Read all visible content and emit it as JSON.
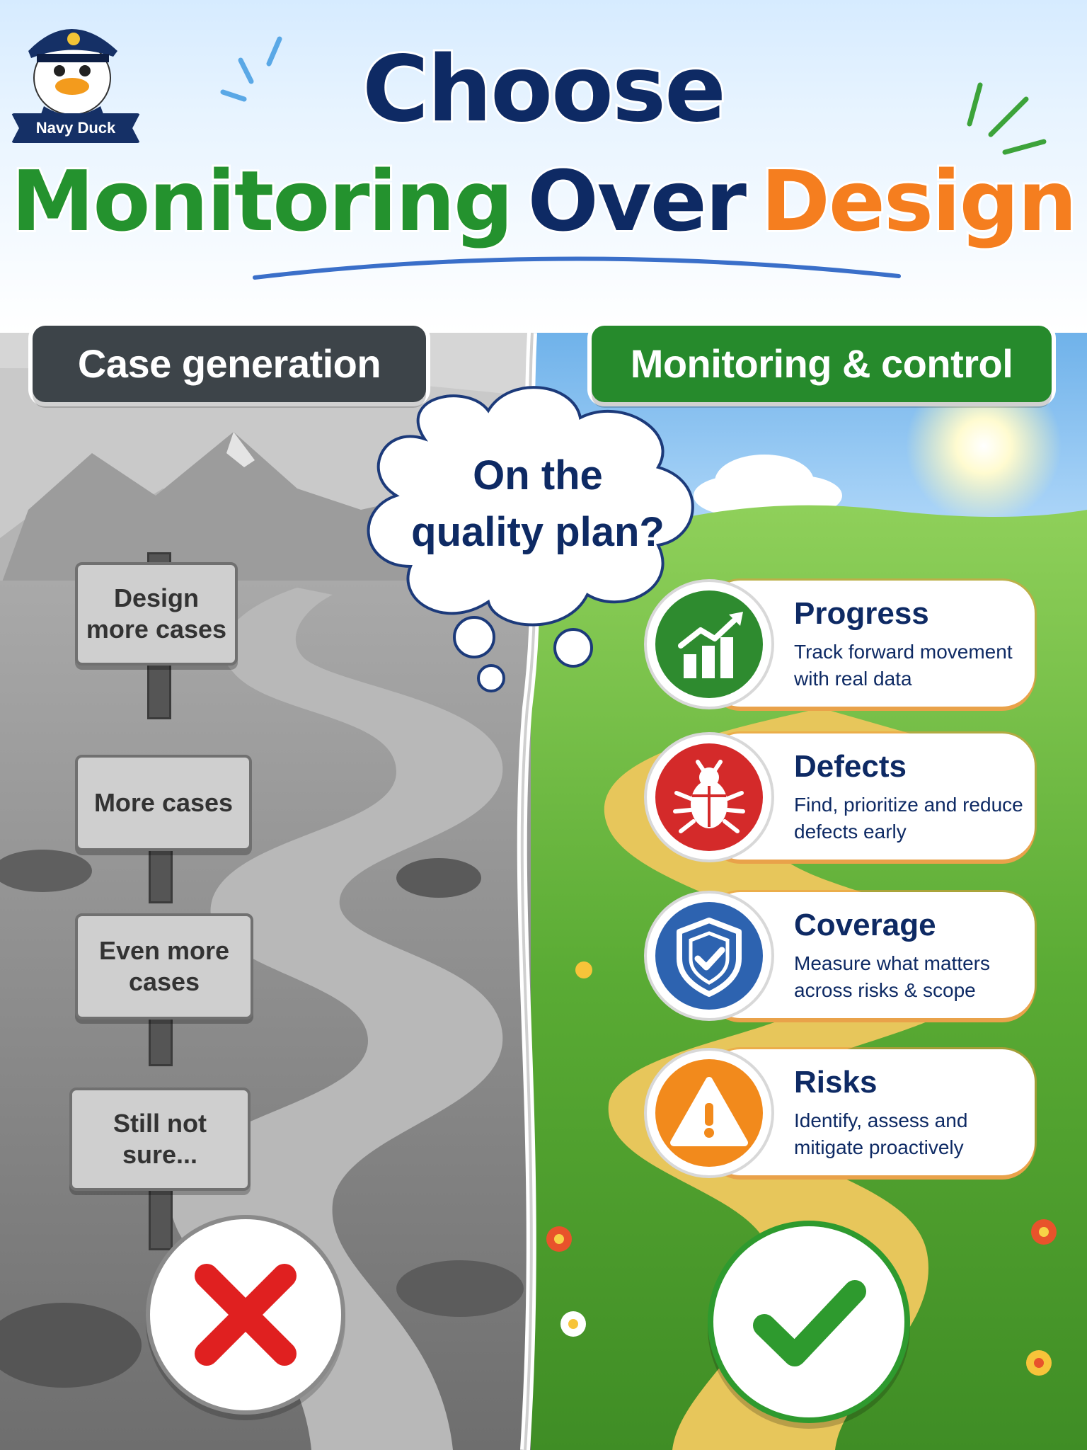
{
  "logo": {
    "label": "Navy Duck"
  },
  "title": {
    "line1": "Choose",
    "monitoring": "Monitoring",
    "over": "Over",
    "design": "Design"
  },
  "left_header": "Case generation",
  "right_header": "Monitoring & control",
  "bubble": {
    "line1": "On the",
    "line2": "quality plan?"
  },
  "signs": [
    {
      "line1": "Design",
      "line2": "more cases"
    },
    {
      "line1": "More cases",
      "line2": ""
    },
    {
      "line1": "Even more",
      "line2": "cases"
    },
    {
      "line1": "Still not",
      "line2": "sure..."
    }
  ],
  "cards": [
    {
      "title": "Progress",
      "line1": "Track forward movement",
      "line2": "with real data",
      "icon": "chart-up-icon",
      "color": "#2e8b2f"
    },
    {
      "title": "Defects",
      "line1": "Find, prioritize and reduce",
      "line2": "defects early",
      "icon": "bug-icon",
      "color": "#d42a2a"
    },
    {
      "title": "Coverage",
      "line1": "Measure what matters",
      "line2": "across risks & scope",
      "icon": "shield-check-icon",
      "color": "#2d63b0"
    },
    {
      "title": "Risks",
      "line1": "Identify, assess and",
      "line2": "mitigate proactively",
      "icon": "warning-icon",
      "color": "#f28a1c"
    }
  ],
  "colors": {
    "navy": "#0e2a64",
    "green": "#24922e",
    "orange": "#f57e1f",
    "gray": "#3d4449",
    "cross": "#e02020",
    "check": "#2e9a2e"
  }
}
